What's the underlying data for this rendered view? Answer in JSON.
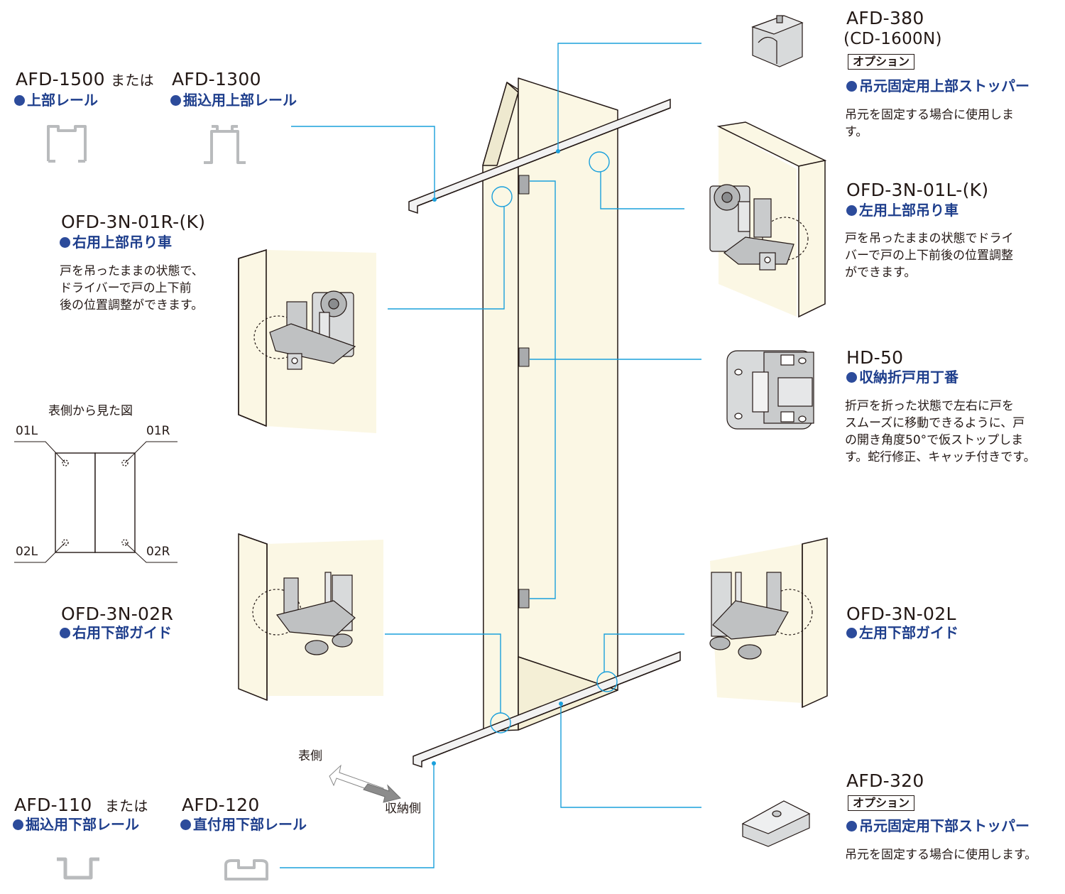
{
  "parts": {
    "afd1500": {
      "code": "AFD-1500",
      "or": "または",
      "name": "上部レール"
    },
    "afd1300": {
      "code": "AFD-1300",
      "name": "掘込用上部レール"
    },
    "ofd01r": {
      "code": "OFD-3N-01R-(K)",
      "name": "右用上部吊り車",
      "desc": [
        "戸を吊ったままの状態で、",
        "ドライバーで戸の上下前",
        "後の位置調整ができます。"
      ]
    },
    "ofd02r": {
      "code": "OFD-3N-02R",
      "name": "右用下部ガイド"
    },
    "afd110": {
      "code": "AFD-110",
      "or": "または",
      "name": "掘込用下部レール"
    },
    "afd120": {
      "code": "AFD-120",
      "name": "直付用下部レール"
    },
    "afd380": {
      "code": "AFD-380",
      "alt": "(CD-1600N)",
      "option": "オプション",
      "name": "吊元固定用上部ストッパー",
      "desc": [
        "吊元を固定する場合に使用しま",
        "す。"
      ]
    },
    "ofd01l": {
      "code": "OFD-3N-01L-(K)",
      "name": "左用上部吊り車",
      "desc": [
        "戸を吊ったままの状態でドライ",
        "バーで戸の上下前後の位置調整",
        "ができます。"
      ]
    },
    "hd50": {
      "code": "HD-50",
      "name": "収納折戸用丁番",
      "desc": [
        "折戸を折った状態で左右に戸を",
        "スムーズに移動できるように、戸",
        "の開き角度50°で仮ストップしま",
        "す。蛇行修正、キャッチ付きです。"
      ]
    },
    "ofd02l": {
      "code": "OFD-3N-02L",
      "name": "左用下部ガイド"
    },
    "afd320": {
      "code": "AFD-320",
      "option": "オプション",
      "name": "吊元固定用下部ストッパー",
      "desc": [
        "吊元を固定する場合に使用します。"
      ]
    }
  },
  "view": {
    "title": "表側から見た図",
    "labels": {
      "tl": "01L",
      "tr": "01R",
      "bl": "02L",
      "br": "02R"
    }
  },
  "direction": {
    "front": "表側",
    "storage": "収納側"
  },
  "colors": {
    "door": "#fbf7e4",
    "line": "#1aa0dc",
    "ink": "#231815",
    "accent": "#1e3e8c",
    "part": "#c9cbcc"
  }
}
